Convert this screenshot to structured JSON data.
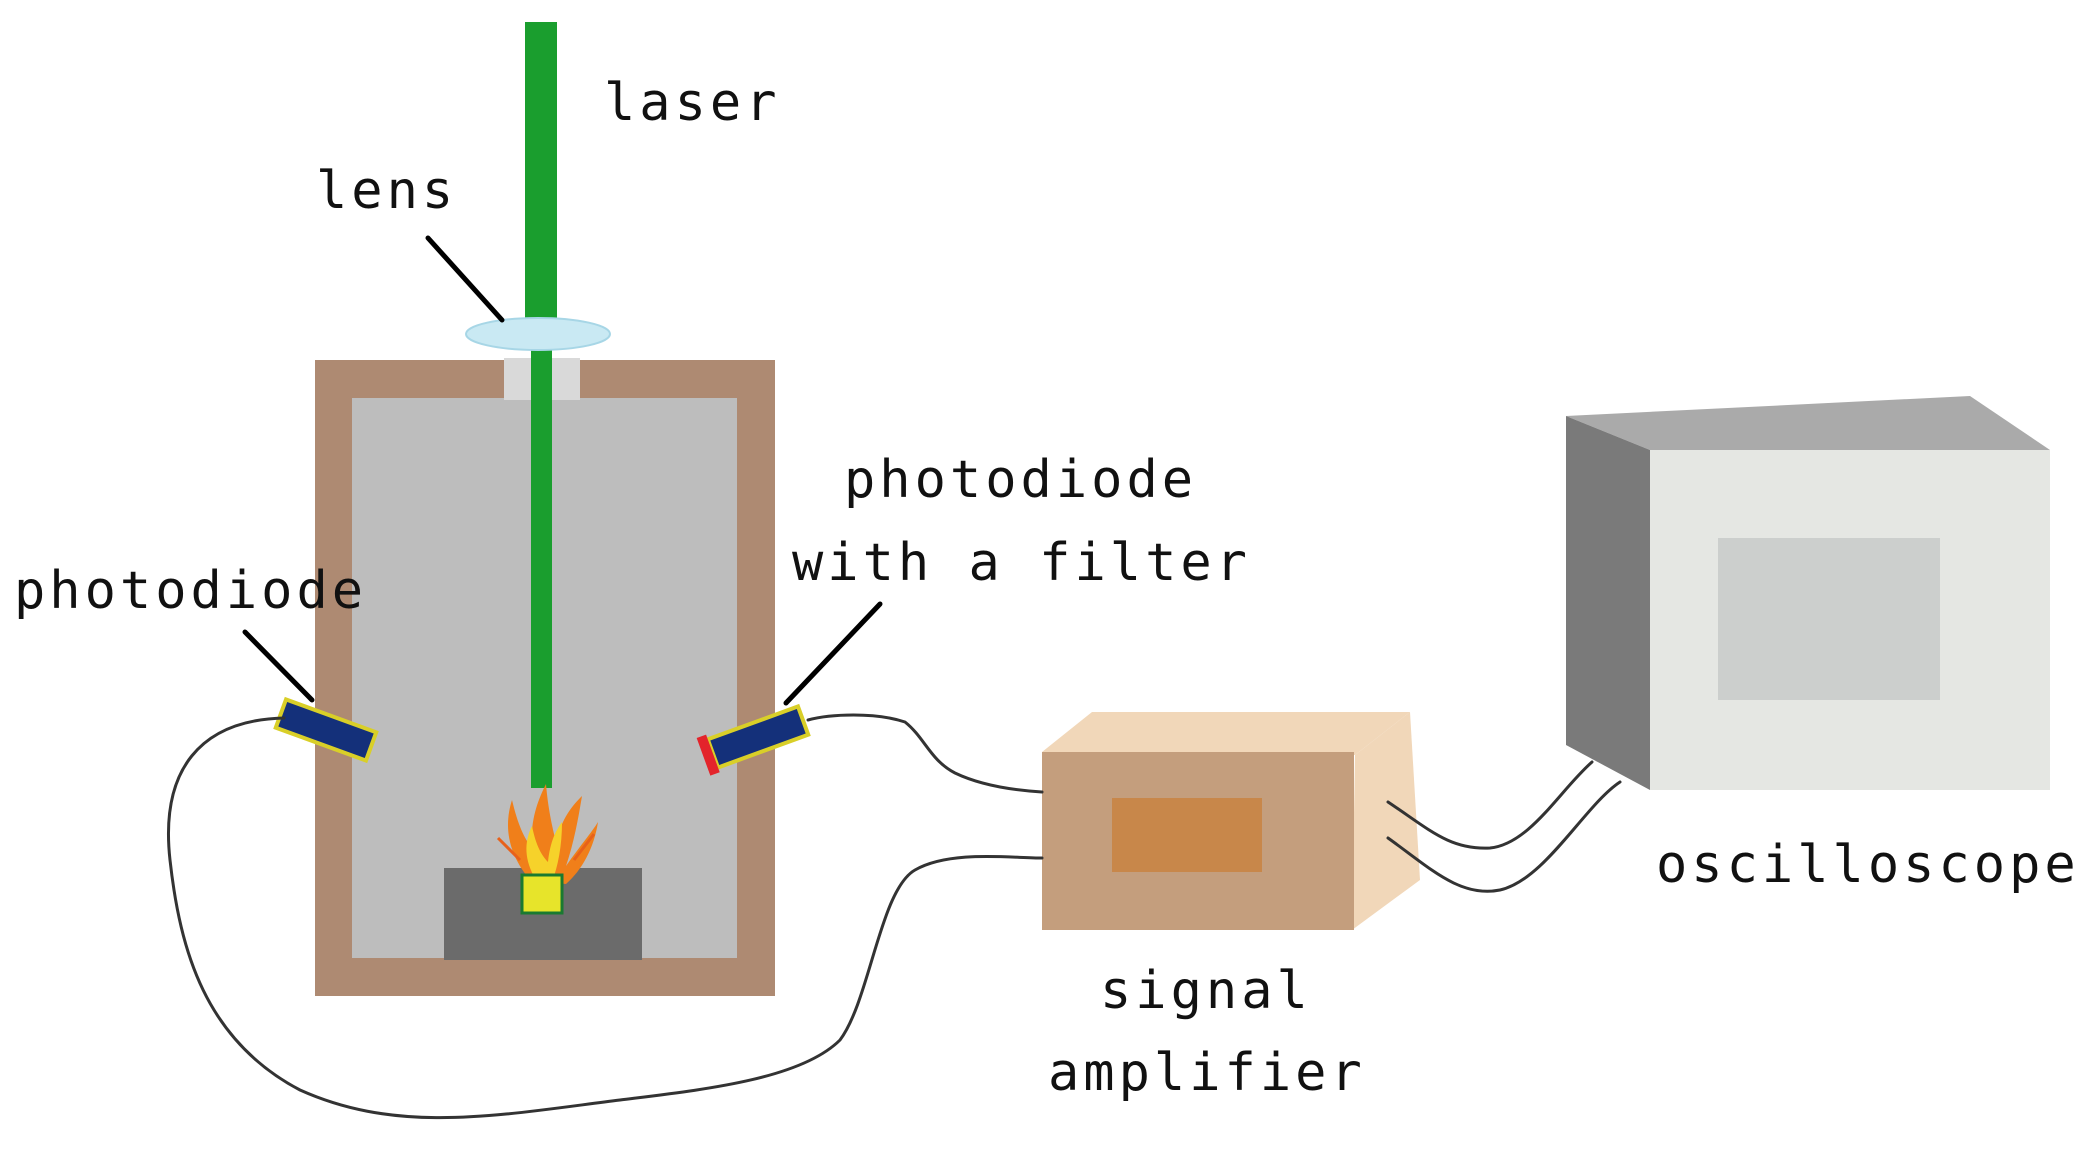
{
  "labels": {
    "laser": "laser",
    "lens": "lens",
    "photodiode": "photodiode",
    "photodiode_filter_line1": "photodiode",
    "photodiode_filter_line2": "with a filter",
    "oscilloscope": "oscilloscope",
    "amplifier_line1": "signal",
    "amplifier_line2": "amplifier"
  },
  "colors": {
    "laser_beam": "#1a9e2e",
    "chamber_wall": "#ae8a72",
    "chamber_inside": "#bdbdbd",
    "lens": "#c9e9f3",
    "photodiode_body": "#14307a",
    "photodiode_trim": "#d9cf28",
    "filter": "#e3242b",
    "amplifier_front": "#c49e7d",
    "amplifier_side": "#f1d7b9",
    "amplifier_window": "#c8874a",
    "oscilloscope_front": "#e5e7e3",
    "oscilloscope_side": "#7a7a7a",
    "oscilloscope_screen": "#cccfcd",
    "sample": "#e7e42a",
    "sample_holder": "#6b6b6b"
  }
}
